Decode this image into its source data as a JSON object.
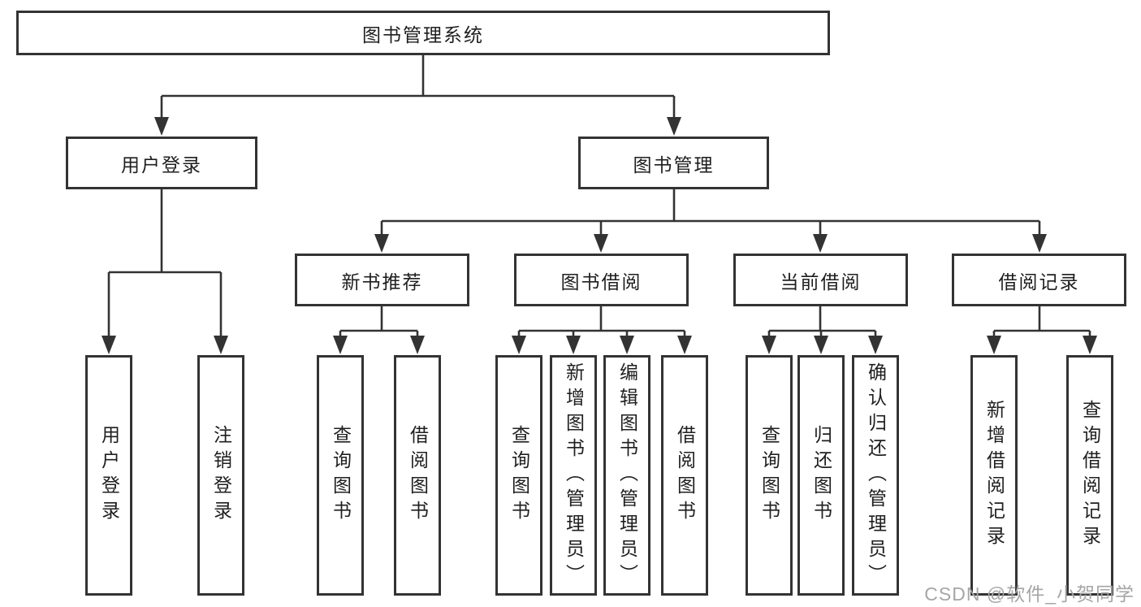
{
  "title": "图书管理系统",
  "level2": {
    "user_login": "用户登录",
    "book_management": "图书管理"
  },
  "level3": {
    "new_book_recommend": "新书推荐",
    "book_borrow": "图书借阅",
    "current_borrow": "当前借阅",
    "borrow_records": "借阅记录"
  },
  "leaves": {
    "user_login": [
      "用户登录",
      "注销登录"
    ],
    "new_book_recommend": [
      "查询图书",
      "借阅图书"
    ],
    "book_borrow": [
      "查询图书",
      "新增图书（管理员）",
      "编辑图书（管理员）",
      "借阅图书"
    ],
    "current_borrow": [
      "查询图书",
      "归还图书",
      "确认归还（管理员）"
    ],
    "borrow_records": [
      "新增借阅记录",
      "查询借阅记录"
    ]
  },
  "watermark": "CSDN @软件_小贺同学",
  "colors": {
    "line": "#333333",
    "box_border": "#333333",
    "text": "#1f1f1f",
    "watermark": "#a6a6a6",
    "background": "#ffffff"
  }
}
